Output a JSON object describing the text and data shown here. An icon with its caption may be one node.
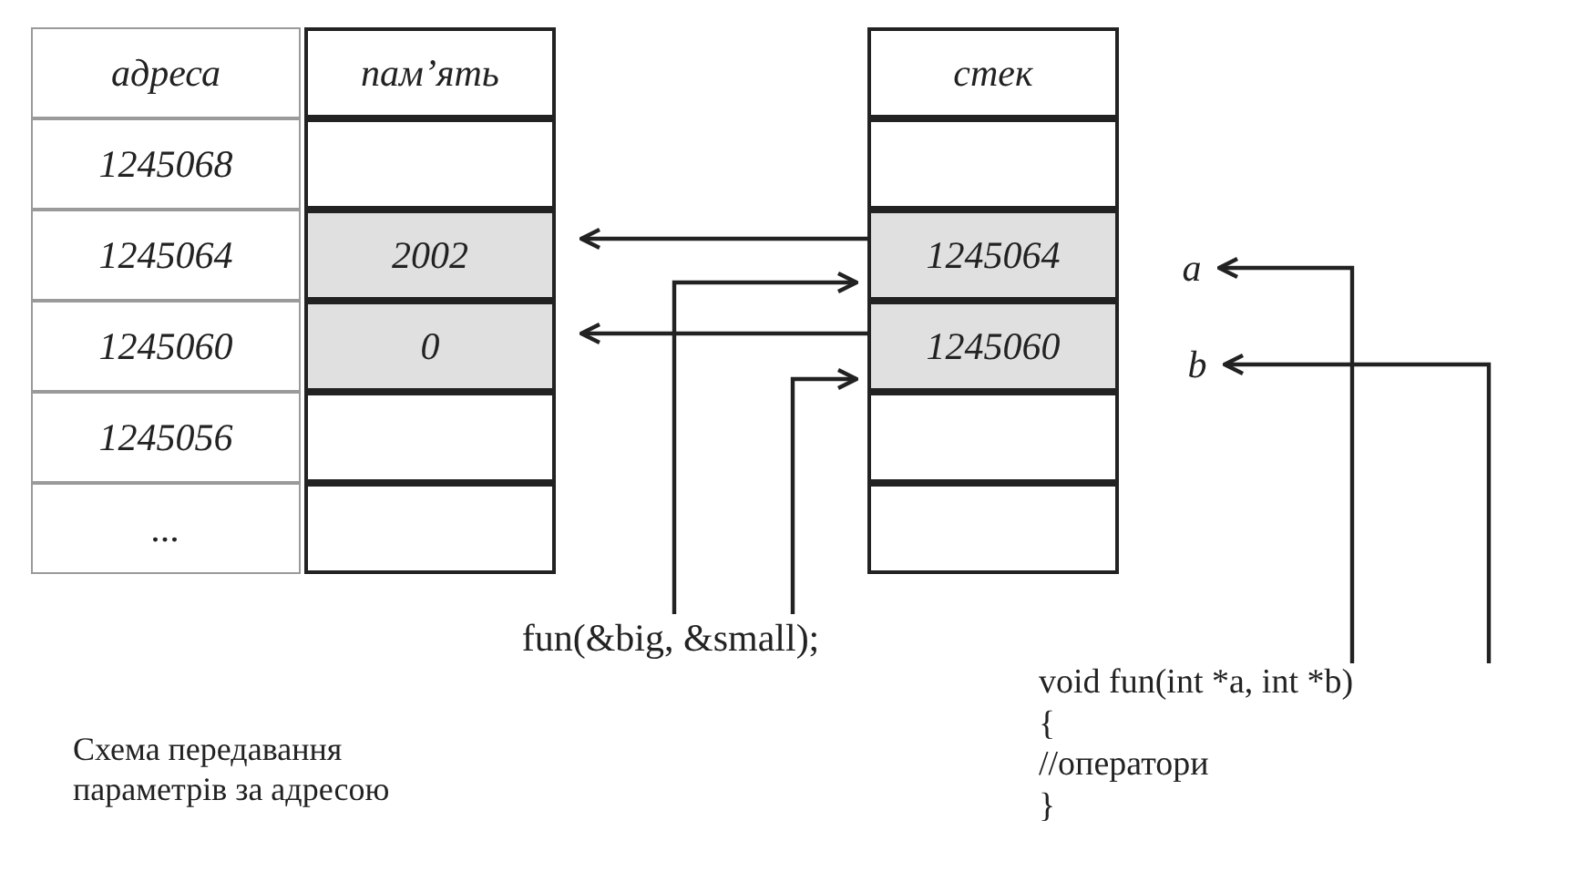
{
  "diagram": {
    "caption": "Схема передавання параметрів за адресою",
    "nodes": [
      {
        "text": [
          "адреса"
        ]
      },
      {
        "text": [
          "пам’ять"
        ]
      },
      {
        "text": [
          "стек"
        ]
      },
      {
        "text": [
          "1245068"
        ]
      },
      {
        "text": [],
        "shape": "box"
      },
      {
        "text": [],
        "shape": "box"
      },
      {
        "text": [
          "1245064"
        ]
      },
      {
        "text": [
          "2002"
        ]
      },
      {
        "text": [
          "1245064"
        ]
      },
      {
        "text": [
          "a"
        ]
      },
      {
        "text": [
          "1245060"
        ]
      },
      {
        "text": [
          "0"
        ]
      },
      {
        "text": [
          "1245060"
        ]
      },
      {
        "text": [
          "b"
        ]
      },
      {
        "text": [
          "1245056"
        ]
      },
      {
        "text": [],
        "shape": "box"
      },
      {
        "text": [],
        "shape": "box"
      },
      {
        "text": [
          "..."
        ]
      },
      {
        "text": [],
        "shape": "box"
      },
      {
        "text": [],
        "shape": "box"
      },
      {
        "text": [
          "fun(&big, &small);"
        ]
      },
      {
        "text": [
          "void fun(int *a, int *b)",
          "{",
          "//оператори",
          "}"
        ]
      }
    ],
    "edges": [
      {
        "from": 8,
        "to": 7,
        "arrow": "to"
      },
      {
        "from": 12,
        "to": 11,
        "arrow": "to"
      },
      {
        "from": 20,
        "to": 8,
        "arrow": "to"
      },
      {
        "from": 20,
        "to": 12,
        "arrow": "to"
      },
      {
        "from": 21,
        "to": 9,
        "arrow": "to"
      },
      {
        "from": 21,
        "to": 13,
        "arrow": "to"
      }
    ]
  }
}
